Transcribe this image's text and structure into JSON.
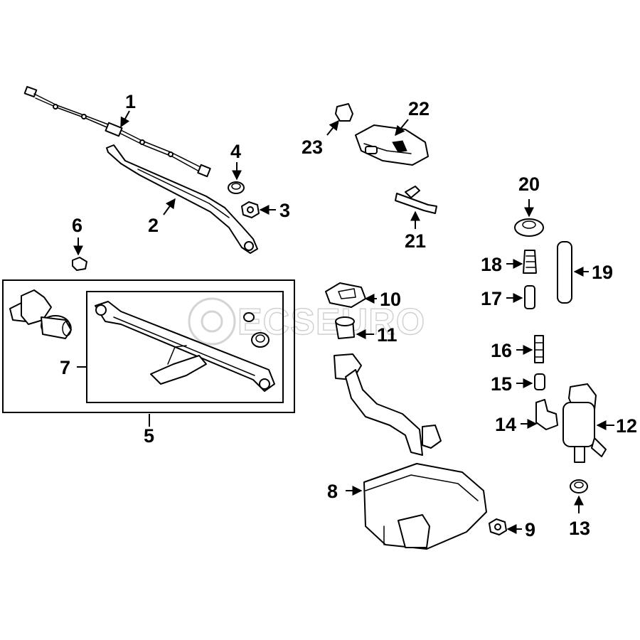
{
  "watermark": {
    "text": "ECSEURO"
  },
  "callouts": [
    "1",
    "2",
    "3",
    "4",
    "5",
    "6",
    "7",
    "8",
    "9",
    "10",
    "11",
    "12",
    "13",
    "14",
    "15",
    "16",
    "17",
    "18",
    "19",
    "20",
    "21",
    "22",
    "23"
  ]
}
